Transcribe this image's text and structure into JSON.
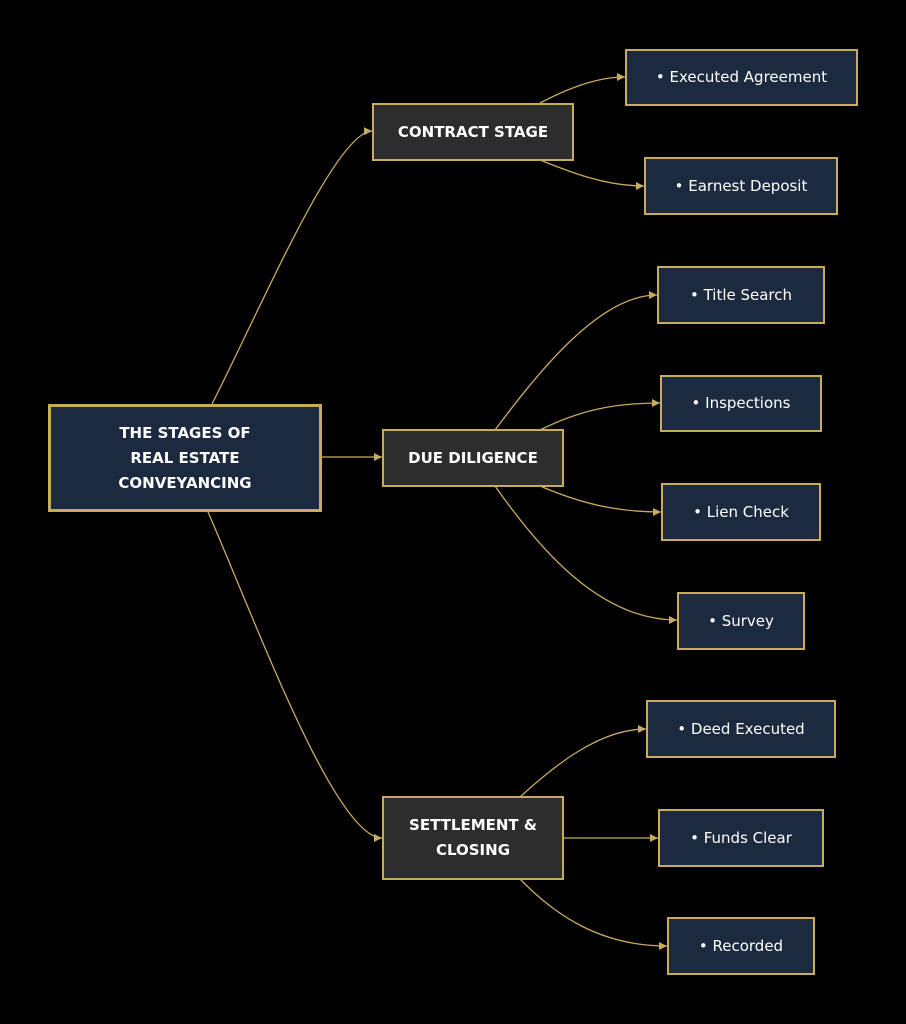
{
  "colors": {
    "background": "#000000",
    "accent_gold": "#c9ab5c",
    "navy_fill": "#1b2a3f",
    "stage_fill": "#2d2d2d",
    "text": "#ffffff"
  },
  "root": {
    "lines": [
      "THE STAGES OF",
      "REAL ESTATE",
      "CONVEYANCING"
    ]
  },
  "stages": [
    {
      "lines": [
        "CONTRACT STAGE"
      ],
      "items": [
        "• Executed Agreement",
        "• Earnest Deposit"
      ]
    },
    {
      "lines": [
        "DUE DILIGENCE"
      ],
      "items": [
        "• Title Search",
        "• Inspections",
        "• Lien Check",
        "• Survey"
      ]
    },
    {
      "lines": [
        "SETTLEMENT &",
        "CLOSING"
      ],
      "items": [
        "• Deed Executed",
        "• Funds Clear",
        "• Recorded"
      ]
    }
  ]
}
